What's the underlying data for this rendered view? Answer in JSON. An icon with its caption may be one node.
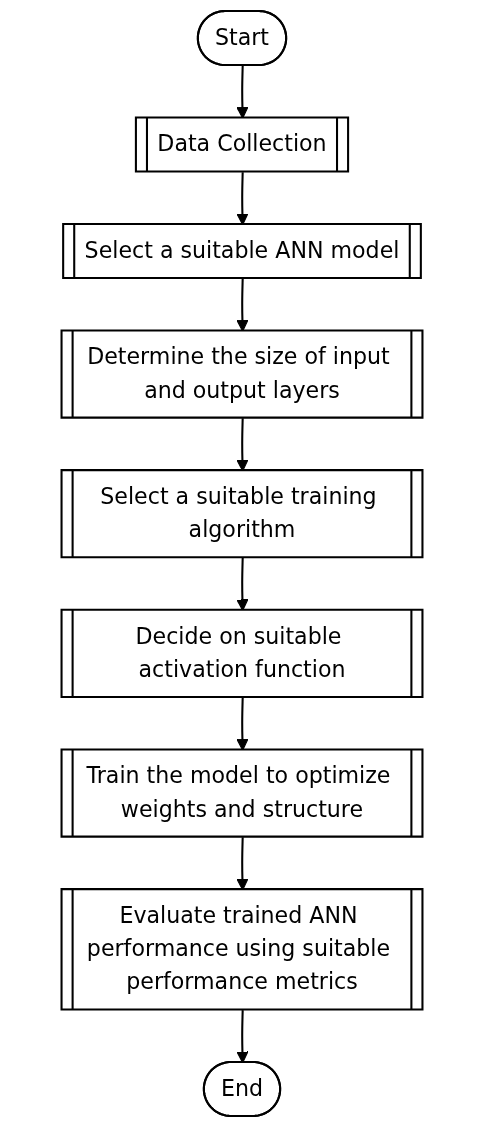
{
  "diagram": {
    "nodes": [
      {
        "text": [
          "Start"
        ]
      },
      {
        "text": [
          "Data Collection"
        ]
      },
      {
        "text": [
          "Select a suitable ANN model"
        ]
      },
      {
        "text": [
          "Determine the size of input and output layers"
        ]
      },
      {
        "text": [
          "Select a suitable training algorithm"
        ]
      },
      {
        "text": [
          "Decide on suitable activation function"
        ]
      },
      {
        "text": [
          "Train the model to optimize weights and structure"
        ]
      },
      {
        "text": [
          "Evaluate trained ANN performance using suitable performance metrics"
        ]
      },
      {
        "text": [
          "End"
        ]
      }
    ],
    "edges": [
      {
        "from": 0,
        "to": 1,
        "arrow": "to"
      },
      {
        "from": 1,
        "to": 2,
        "arrow": "to"
      },
      {
        "from": 2,
        "to": 3,
        "arrow": "to"
      },
      {
        "from": 3,
        "to": 4,
        "arrow": "to"
      },
      {
        "from": 4,
        "to": 5,
        "arrow": "to"
      },
      {
        "from": 5,
        "to": 6,
        "arrow": "to"
      },
      {
        "from": 6,
        "to": 7,
        "arrow": "to"
      },
      {
        "from": 7,
        "to": 8,
        "arrow": "to"
      }
    ]
  }
}
